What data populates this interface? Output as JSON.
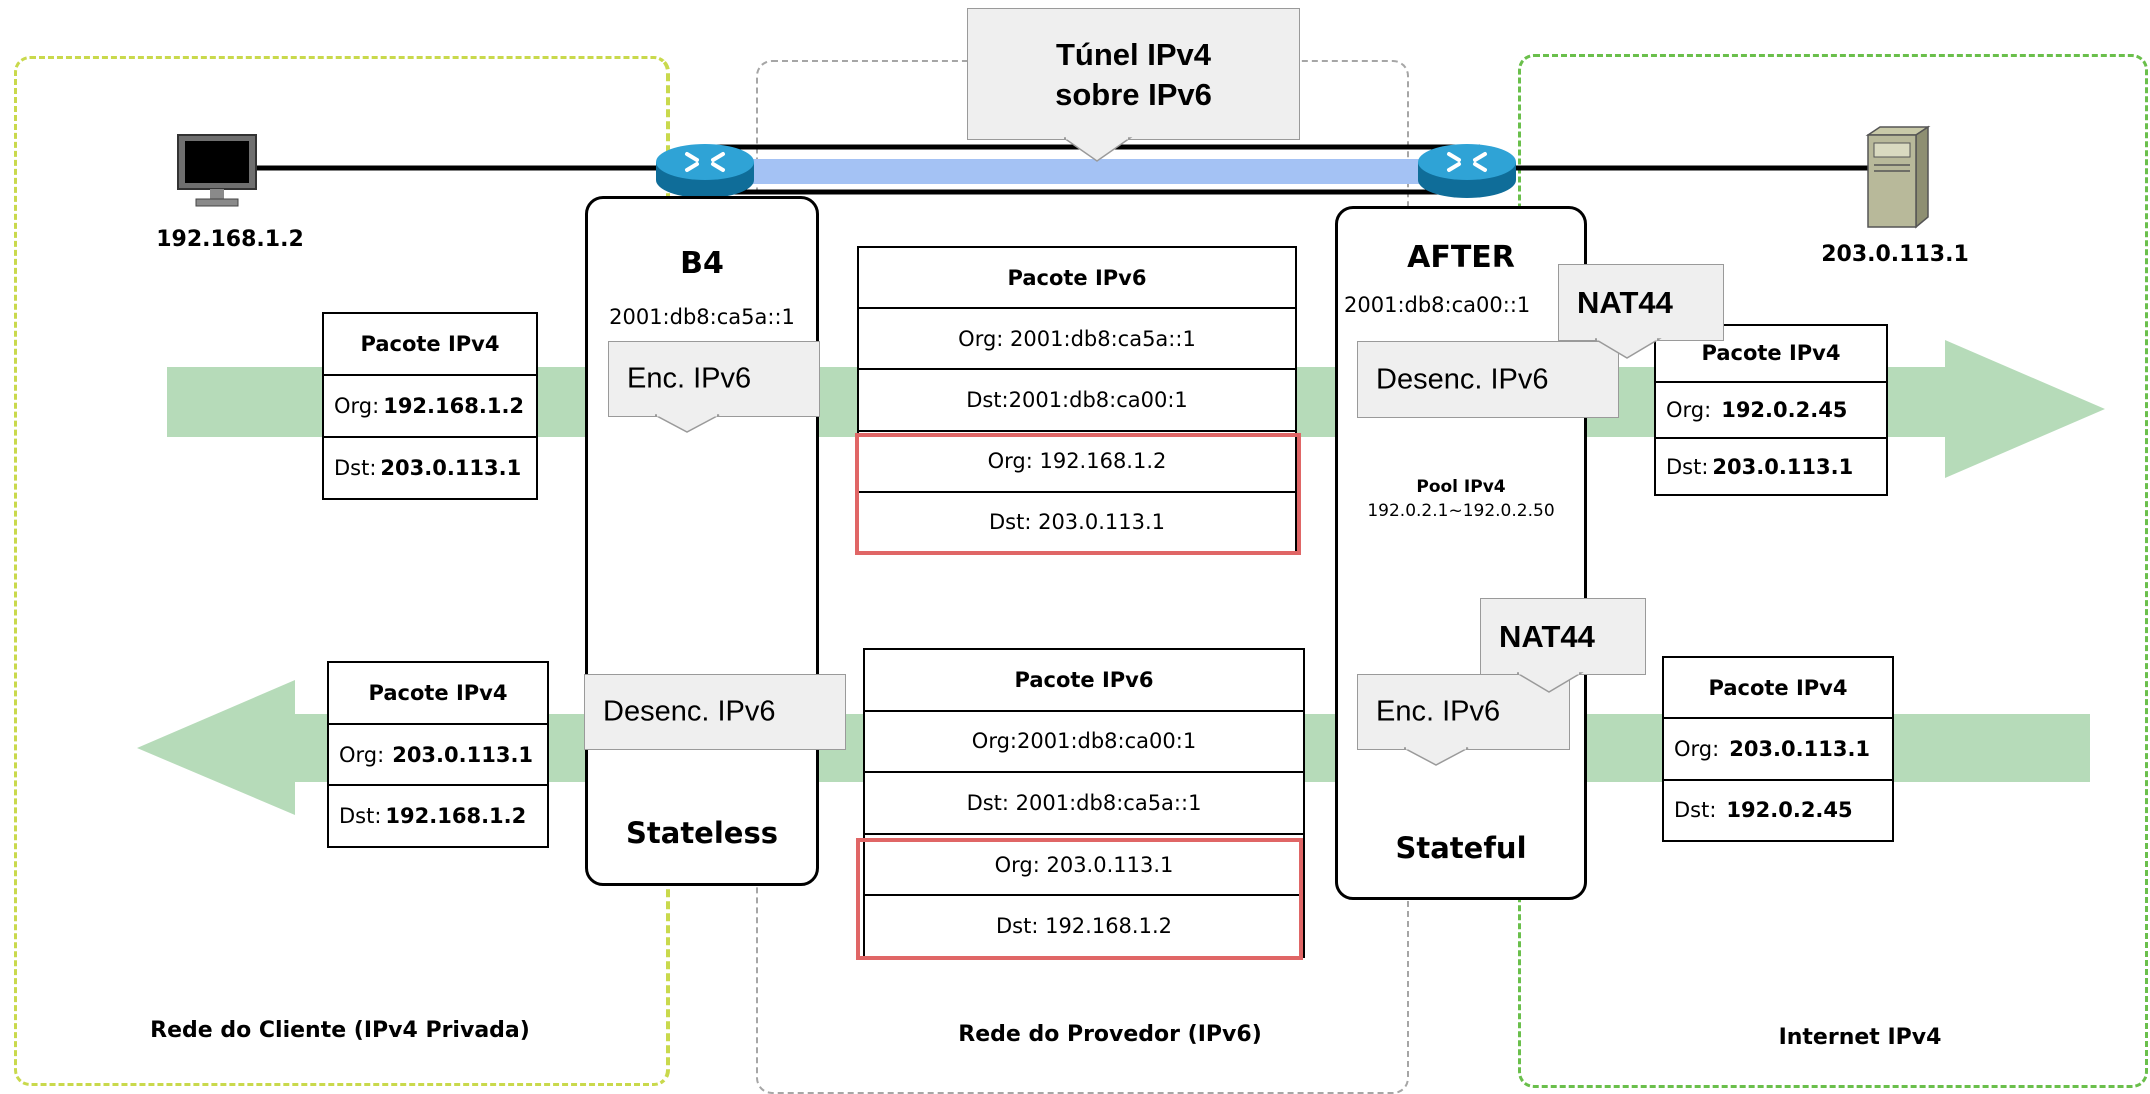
{
  "tunnel_title": [
    "Túnel IPv4",
    "sobre IPv6"
  ],
  "regions": {
    "client": "Rede do Cliente (IPv4 Privada)",
    "provider": "Rede do Provedor (IPv6)",
    "internet": "Internet IPv4"
  },
  "hosts": {
    "client_pc": "192.168.1.2",
    "server": "203.0.113.1"
  },
  "b4": {
    "title": "B4",
    "address": "2001:db8:ca5a::1",
    "mode": "Stateless"
  },
  "aftr": {
    "title": "AFTER",
    "address": "2001:db8:ca00::1",
    "mode": "Stateful",
    "pool_title": "Pool IPv4",
    "pool_range": "192.0.2.1~192.0.2.50"
  },
  "callouts": {
    "b4_top": "Enc. IPv6",
    "b4_bottom": "Desenc. IPv6",
    "aftr_top": "Desenc. IPv6",
    "aftr_bottom": "Enc. IPv6",
    "nat_top": "NAT44",
    "nat_bottom": "NAT44"
  },
  "packets": {
    "client_out": {
      "title": "Pacote IPv4",
      "org_label": "Org:",
      "org": "192.168.1.2",
      "dst_label": "Dst:",
      "dst": "203.0.113.1"
    },
    "internet_out": {
      "title": "Pacote IPv4",
      "org_label": "Org:",
      "org": "192.0.2.45",
      "dst_label": "Dst:",
      "dst": "203.0.113.1"
    },
    "client_in": {
      "title": "Pacote IPv4",
      "org_label": "Org:",
      "org": "203.0.113.1",
      "dst_label": "Dst:",
      "dst": "192.168.1.2"
    },
    "internet_in": {
      "title": "Pacote IPv4",
      "org_label": "Org:",
      "org": "203.0.113.1",
      "dst_label": "Dst:",
      "dst": "192.0.2.45"
    },
    "ipv6_out": {
      "title": "Pacote IPv6",
      "rows": [
        "Org: 2001:db8:ca5a::1",
        "Dst:2001:db8:ca00:1",
        "Org: 192.168.1.2",
        "Dst: 203.0.113.1"
      ]
    },
    "ipv6_in": {
      "title": "Pacote IPv6",
      "rows": [
        "Org:2001:db8:ca00:1",
        "Dst: 2001:db8:ca5a::1",
        "Org: 203.0.113.1",
        "Dst: 192.168.1.2"
      ]
    }
  },
  "colors": {
    "client_border": "#c9d94c",
    "provider_border": "#a6a6a6",
    "internet_border": "#6abf4b",
    "flow_arrow": "#b6dbb9",
    "tunnel": "#a4c2f4",
    "highlight": "#e06666",
    "router": "#1f8fc4"
  }
}
